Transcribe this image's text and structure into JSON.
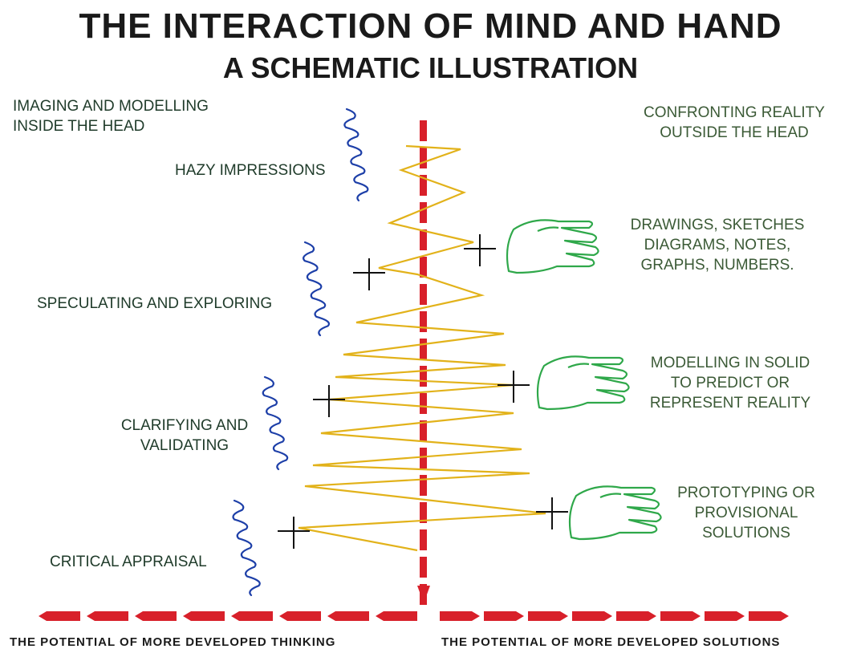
{
  "title": "THE INTERACTION OF MIND AND HAND",
  "subtitle": "A SCHEMATIC ILLUSTRATION",
  "left_header": "IMAGING AND MODELLING\nINSIDE THE HEAD",
  "right_header": "CONFRONTING REALITY\nOUTSIDE THE HEAD",
  "mind_stages": [
    {
      "label": "HAZY IMPRESSIONS"
    },
    {
      "label": "SPECULATING AND EXPLORING"
    },
    {
      "label": "CLARIFYING AND\nVALIDATING"
    },
    {
      "label": "CRITICAL APPRAISAL"
    }
  ],
  "hand_activities": [
    {
      "label": "DRAWINGS, SKETCHES\nDIAGRAMS, NOTES,\nGRAPHS, NUMBERS."
    },
    {
      "label": "MODELLING IN SOLID\nTO PREDICT OR\nREPRESENT REALITY"
    },
    {
      "label": "PROTOTYPING OR\nPROVISIONAL\nSOLUTIONS"
    }
  ],
  "footer": {
    "left": "THE POTENTIAL OF MORE DEVELOPED THINKING",
    "right": "THE POTENTIAL OF MORE DEVELOPED SOLUTIONS"
  },
  "colors": {
    "arrow": "#d8202a",
    "zigzag": "#e2b21a",
    "mind_squiggle": "#1d3fa8",
    "hand": "#2fa84a",
    "cross": "#111111"
  }
}
